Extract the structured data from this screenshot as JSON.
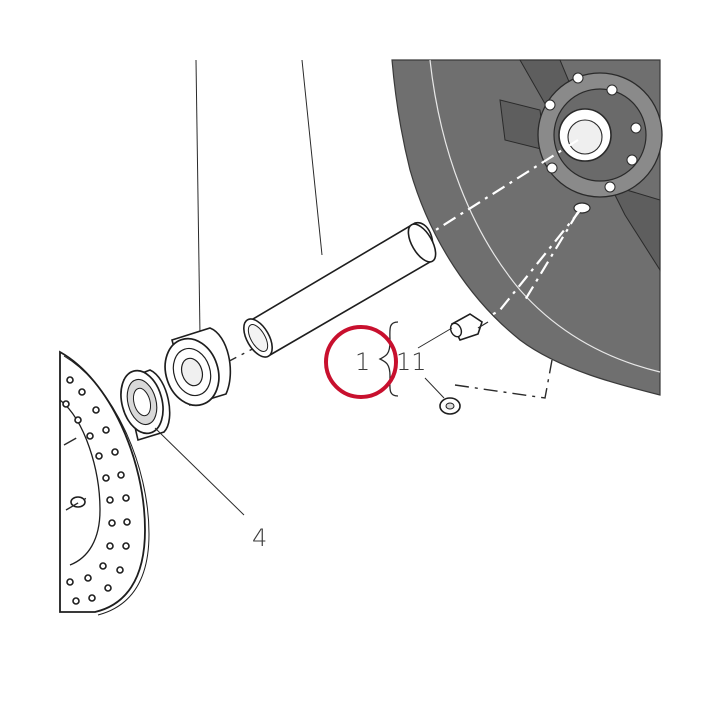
{
  "callouts": {
    "hub_assembly": "1",
    "seal": "4",
    "valve": "11"
  },
  "highlight": {
    "color": "#c8102e",
    "target": "hub_assembly"
  }
}
